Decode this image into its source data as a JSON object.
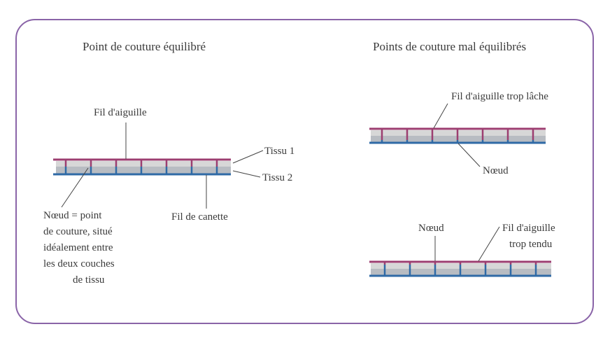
{
  "panels": {
    "balanced": {
      "title": "Point de couture équilibré",
      "needle_thread_label": "Fil d'aiguille",
      "fabric1_label": "Tissu 1",
      "fabric2_label": "Tissu 2",
      "bobbin_thread_label": "Fil de canette",
      "knot_label_lines": [
        "Nœud = point",
        "de couture, situé",
        "idéalement entre",
        "les deux couches",
        "de tissu"
      ]
    },
    "unbalanced": {
      "title": "Points de couture mal équilibrés",
      "loose": {
        "needle_label": "Fil d'aiguille trop lâche",
        "knot_label": "Nœud"
      },
      "tight": {
        "knot_label": "Nœud",
        "needle_label_lines": [
          "Fil d'aiguille",
          "trop tendu"
        ]
      }
    }
  },
  "colors": {
    "border": "#8a64a8",
    "needle_thread": "#9c3e70",
    "bobbin_thread": "#2f6aa6",
    "fabric_top": "#d7d7d7",
    "fabric_bottom": "#b8bcc2",
    "leader": "#444444"
  }
}
